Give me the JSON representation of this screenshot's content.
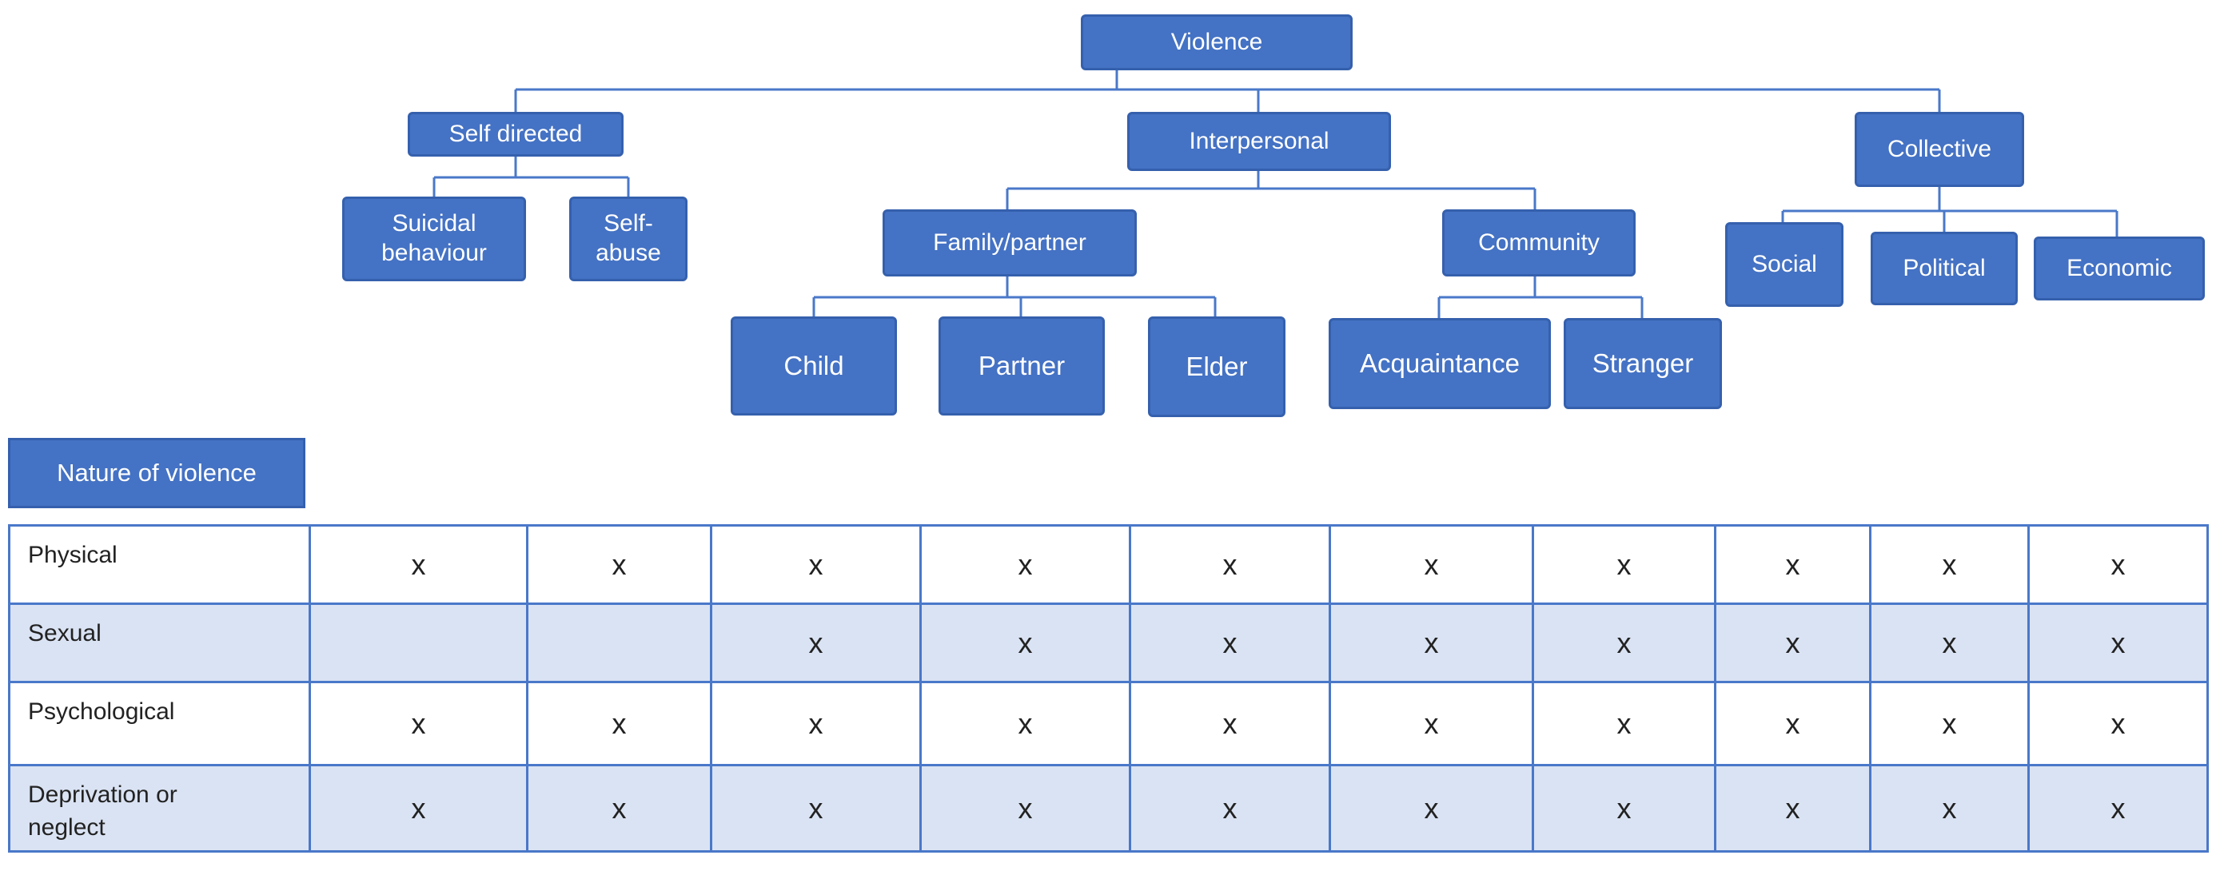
{
  "colors": {
    "node_fill": "#4472c4",
    "node_border": "#3560ad",
    "connector": "#4a78c9",
    "band_light": "#dae3f3",
    "band_white": "#ffffff"
  },
  "tree": {
    "root": "Violence",
    "categories": {
      "self_directed": {
        "label": "Self directed",
        "children": [
          "Suicidal\nbehaviour",
          "Self-\nabuse"
        ]
      },
      "interpersonal": {
        "label": "Interpersonal",
        "groups": {
          "family_partner": {
            "label": "Family/partner",
            "children": [
              "Child",
              "Partner",
              "Elder"
            ]
          },
          "community": {
            "label": "Community",
            "children": [
              "Acquaintance",
              "Stranger"
            ]
          }
        }
      },
      "collective": {
        "label": "Collective",
        "children": [
          "Social",
          "Political",
          "Economic"
        ]
      }
    }
  },
  "table": {
    "header": "Nature of violence",
    "rows": [
      {
        "label": "Physical",
        "marks": [
          "x",
          "x",
          "x",
          "x",
          "x",
          "x",
          "x",
          "x",
          "x",
          "x"
        ]
      },
      {
        "label": "Sexual",
        "marks": [
          "",
          "",
          "x",
          "x",
          "x",
          "x",
          "x",
          "x",
          "x",
          "x"
        ]
      },
      {
        "label": "Psychological",
        "marks": [
          "x",
          "x",
          "x",
          "x",
          "x",
          "x",
          "x",
          "x",
          "x",
          "x"
        ]
      },
      {
        "label": "Deprivation or\nneglect",
        "marks": [
          "x",
          "x",
          "x",
          "x",
          "x",
          "x",
          "x",
          "x",
          "x",
          "x"
        ]
      }
    ]
  }
}
